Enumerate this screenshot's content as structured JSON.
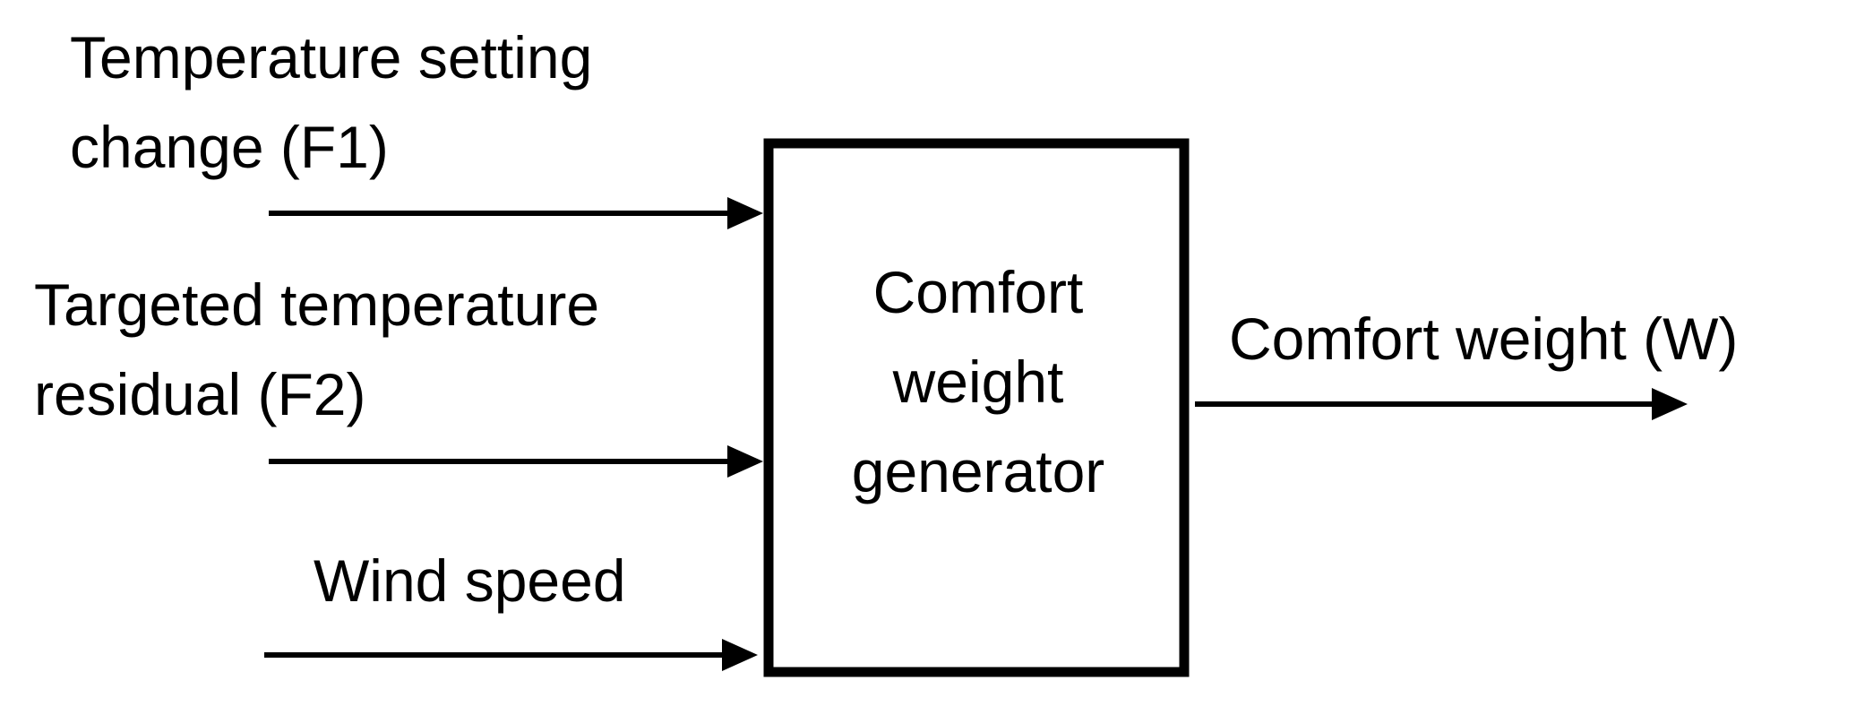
{
  "diagram": {
    "block": {
      "label_lines": [
        "Comfort",
        "weight",
        "generator"
      ]
    },
    "inputs": [
      {
        "label_lines": [
          "Temperature setting",
          "change (F1)"
        ]
      },
      {
        "label_lines": [
          "Targeted temperature",
          "residual (F2)"
        ]
      },
      {
        "label_lines": [
          "Wind speed"
        ]
      }
    ],
    "output": {
      "label": "Comfort weight (W)"
    }
  }
}
